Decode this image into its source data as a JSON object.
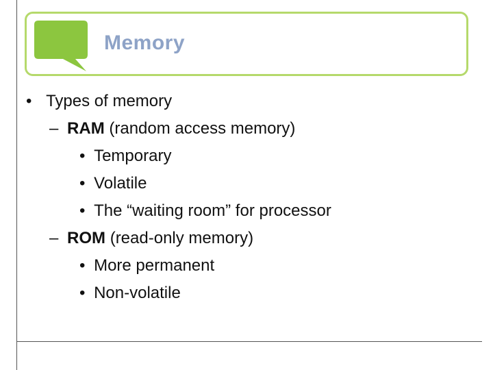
{
  "slide": {
    "title": "Memory",
    "accent_color": "#8cc63f",
    "title_color": "#8ea3c7",
    "icon": "speech-bubble-icon"
  },
  "content": {
    "l1_bullet": "•",
    "l1_text": "Types of memory",
    "ram_dash": "–",
    "ram_bold": "RAM",
    "ram_rest": " (random access memory)",
    "ram_items": [
      "Temporary",
      "Volatile",
      "The “waiting room” for processor"
    ],
    "rom_dash": "–",
    "rom_bold": "ROM",
    "rom_rest": " (read-only memory)",
    "rom_items": [
      "More permanent",
      "Non-volatile"
    ],
    "sub_bullet": "•"
  }
}
